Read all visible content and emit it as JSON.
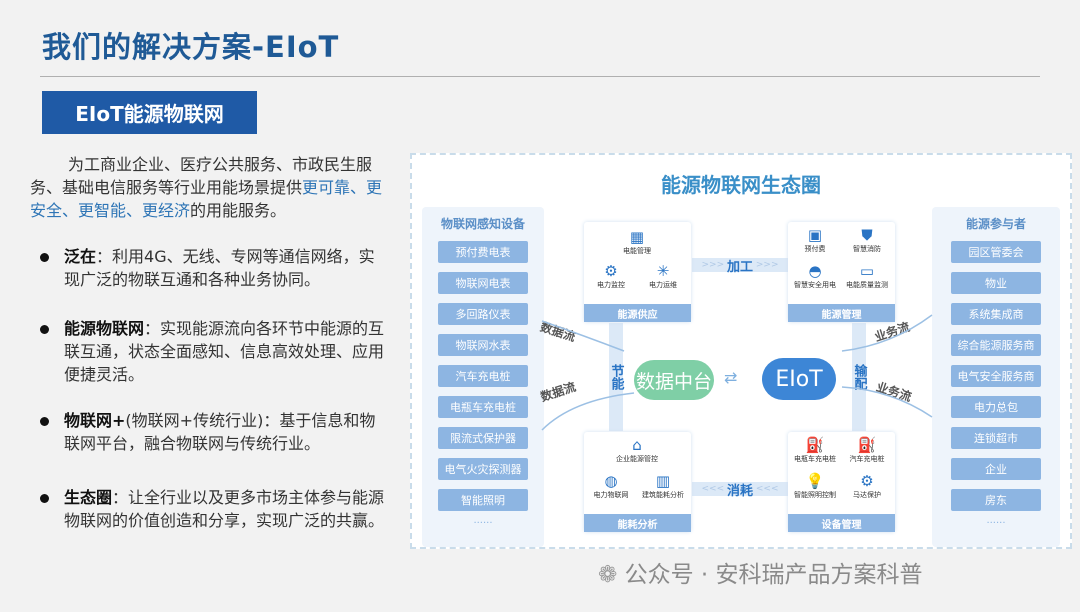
{
  "title": "我们的解决方案-EIoT",
  "subtitle": "EIoT能源物联网",
  "intro": {
    "pre": "为工商业企业、医疗公共服务、市政民生服务、基础电信服务等行业用能场景提供",
    "highlight": "更可靠、更安全、更智能、更经济",
    "post": "的用能服务。"
  },
  "bullets": [
    {
      "term": "泛在",
      "text": "：利用4G、无线、专网等通信网络，实现广泛的物联互通和各种业务协同。"
    },
    {
      "term": "能源物联网",
      "text": "：实现能源流向各环节中能源的互联互通，状态全面感知、信息高效处理、应用便捷灵活。"
    },
    {
      "term": "物联网+",
      "text": "(物联网+传统行业)：基于信息和物联网平台，融合物联网与传统行业。"
    },
    {
      "term": "生态圈",
      "text": "：让全行业以及更多市场主体参与能源物联网的价值创造和分享，实现广泛的共赢。"
    }
  ],
  "diagram": {
    "title": "能源物联网生态圈",
    "left": {
      "header": "物联网感知设备",
      "items": [
        "预付费电表",
        "物联网电表",
        "多回路仪表",
        "物联网水表",
        "汽车充电桩",
        "电瓶车充电桩",
        "限流式保护器",
        "电气火灾探测器",
        "智能照明"
      ],
      "more": "......"
    },
    "right": {
      "header": "能源参与者",
      "items": [
        "园区管委会",
        "物业",
        "系统集成商",
        "综合能源服务商",
        "电气安全服务商",
        "电力总包",
        "连锁超市",
        "企业",
        "房东"
      ],
      "more": "......"
    },
    "modules": {
      "supply": {
        "label": "能源供应",
        "icons": [
          "电能管理",
          "电力监控",
          "电力运维"
        ]
      },
      "manage": {
        "label": "能源管理",
        "icons": [
          "预付费",
          "智慧消防",
          "智慧安全用电",
          "电能质量监测"
        ]
      },
      "analysis": {
        "label": "能耗分析",
        "icons": [
          "企业能源管控",
          "电力物联网",
          "建筑能耗分析"
        ]
      },
      "device": {
        "label": "设备管理",
        "icons": [
          "电瓶车充电桩",
          "汽车充电桩",
          "智能照明控制",
          "马达保护"
        ]
      }
    },
    "flows": {
      "process": "加工",
      "consume": "消耗",
      "save": "节能",
      "distribute": "输配",
      "data_in": "数据流",
      "data_out": "数据流",
      "biz_out": "业务流",
      "biz_in": "业务流"
    },
    "clouds": {
      "data": "数据中台",
      "eiot": "EIoT"
    }
  },
  "watermark": "公众号 · 安科瑞产品方案科普"
}
